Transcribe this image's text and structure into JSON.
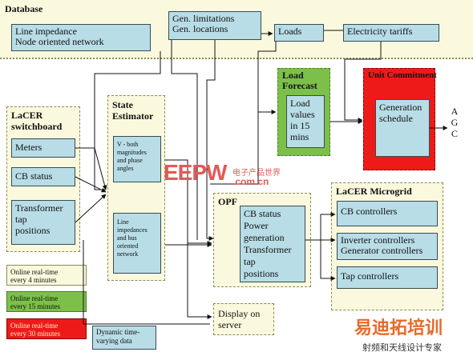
{
  "database": {
    "title": "Database",
    "line_impedance": "Line impedance",
    "node_network": "Node oriented network",
    "gen_limitations": "Gen. limitations",
    "gen_locations": "Gen. locations",
    "loads": "Loads",
    "electricity_tariffs": "Electricity tariffs"
  },
  "switchboard": {
    "title1": "LaCER",
    "title2": "switchboard",
    "meters": "Meters",
    "cb_status": "CB status",
    "transformer": "Transformer",
    "tap": "tap",
    "positions": "positions"
  },
  "state_estimator": {
    "title1": "State",
    "title2": "Estimator",
    "v_text1": "V -  both",
    "v_text2": "magnitudes",
    "v_text3": "and phase",
    "v_text4": "angles",
    "line_text1": "Line",
    "line_text2": "impedances",
    "line_text3": "and bus",
    "line_text4": "oriented",
    "line_text5": "network"
  },
  "load_forecast": {
    "title1": "Load",
    "title2": "Forecast",
    "body1": "Load",
    "body2": "values",
    "body3": "in 15",
    "body4": "mins"
  },
  "unit_commitment": {
    "title": "Unit Commitment",
    "body1": "Generation",
    "body2": "schedule"
  },
  "agc": {
    "a": "A",
    "g": "G",
    "c": "C"
  },
  "opf": {
    "title": "OPF",
    "l1": "CB status",
    "l2": "Power",
    "l3": "generation",
    "l4": "Transformer",
    "l5": "tap",
    "l6": "positions"
  },
  "microgrid": {
    "title": "LaCER Microgrid",
    "cb_controllers": "CB controllers",
    "inverter_controllers": "Inverter controllers",
    "generator_controllers": "Generator controllers",
    "tap_controllers": "Tap controllers"
  },
  "display": {
    "l1": "Display on",
    "l2": "server"
  },
  "dynamic": {
    "l1": "Dynamic time-",
    "l2": "varying data"
  },
  "legend": {
    "yellow1": "Online real-time",
    "yellow2": "every 4 minutes",
    "green1": "Online real-time",
    "green2": "every 15 minutes",
    "red1": "Online real-time",
    "red2": "every 30 minutes"
  },
  "watermark": {
    "eepw": "EEPW",
    "eepw_cn": "电子产品世界",
    "eepw_url": ".com.cn",
    "site": "易迪拓培训",
    "site_sub": "射频和天线设计专家"
  },
  "colors": {
    "box_blue": "#b8dde7",
    "panel_yellow": "#fbf9dd",
    "forecast_green": "#7cc04a",
    "commitment_red": "#ee1a1a"
  }
}
